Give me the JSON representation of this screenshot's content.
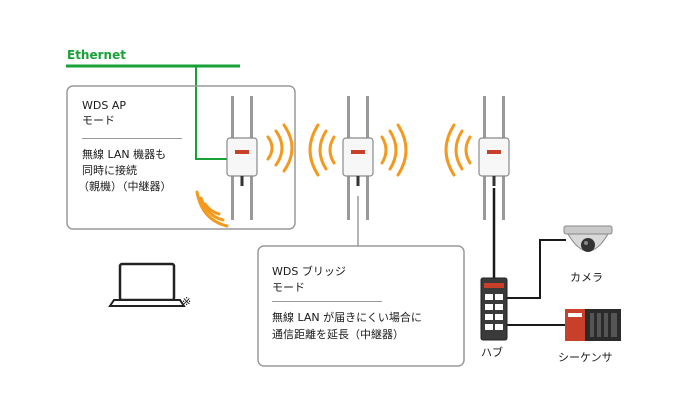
{
  "ethernet_label": "Ethernet",
  "wds_ap": {
    "title_line1": "WDS AP",
    "title_line2": "モード",
    "desc_line1": "無線 LAN 機器も",
    "desc_line2": "同時に接続",
    "desc_line3": "（親機）（中継器）"
  },
  "wds_bridge": {
    "title_line1": "WDS ブリッジ",
    "title_line2": "モード",
    "desc_line1": "無線 LAN が届きにくい場合に",
    "desc_line2": "通信距離を延長（中継器）"
  },
  "device_labels": {
    "camera": "カメラ",
    "hub": "ハブ",
    "sequencer": "シーケンサ",
    "laptop_note": "※"
  },
  "colors": {
    "ethernet_line": "#17a238",
    "signal_wave": "#f39a1e",
    "box_border": "#9a9a9a",
    "cable": "#1a1a1a",
    "ap_accent": "#c8402a"
  }
}
